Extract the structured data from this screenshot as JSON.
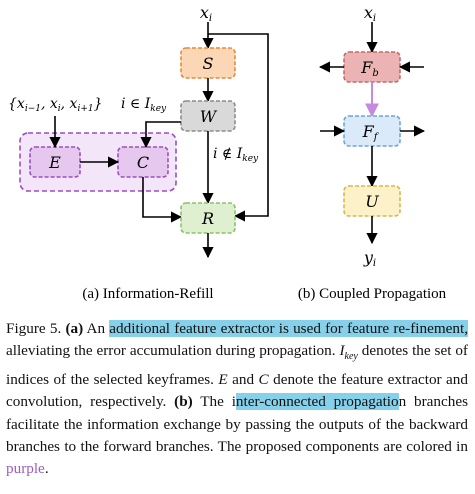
{
  "diagram": {
    "left": {
      "input_label": "x_i",
      "neighbors_label": "{x_{i−1}, x_i, x_{i+1}}",
      "in_key_label": "i ∈ I_key",
      "not_in_key_label": "i ∉ I_key",
      "boxes": {
        "S": "S",
        "W": "W",
        "E": "E",
        "C": "C",
        "R": "R"
      },
      "subcaption": "(a) Information-Refill"
    },
    "right": {
      "input_label": "x_i",
      "boxes": {
        "Fb": "F_b",
        "Ff": "F_f",
        "U": "U"
      },
      "output_label": "y_i",
      "subcaption": "(b) Coupled Propagation"
    },
    "colors": {
      "orange_fill": "#fbd7b5",
      "orange_stroke": "#e58c3c",
      "gray_fill": "#d9d9d9",
      "gray_stroke": "#8c8c8c",
      "purple_fill": "#e6c8ef",
      "purple_stroke": "#9b4fc0",
      "green_fill": "#dff0d0",
      "green_stroke": "#8cc16a",
      "red_fill": "#ebb3b3",
      "red_stroke": "#c46a6a",
      "blue_fill": "#dbeaf8",
      "blue_stroke": "#6aa6dc",
      "yellow_fill": "#fdf1c9",
      "yellow_stroke": "#d8b84a",
      "highlight": "#86d0ea",
      "purple_text": "#9b5fc0"
    }
  },
  "caption": {
    "prefix": "Figure 5. ",
    "a_marker": "(a)",
    "t1": " An ",
    "h1": "additional feature extractor is used for feature re-",
    "h1b": "finement,",
    "t2": " alleviating the error accumulation during propagation. ",
    "ikey": "I",
    "ikey_sub": "key",
    "t3": " denotes the set of indices of the selected keyframes. ",
    "e": "E",
    "t4": " and ",
    "c": "C",
    "t5": " denote the feature extractor and convolution, respectively. ",
    "b_marker": "(b)",
    "t6": " The i",
    "h2": "nter-connected propagatio",
    "t7": "n branches facilitate the information exchange by passing the outputs of the backward branches to the forward branches. The proposed components are colored in ",
    "purple_word": "purple",
    "t8": "."
  }
}
